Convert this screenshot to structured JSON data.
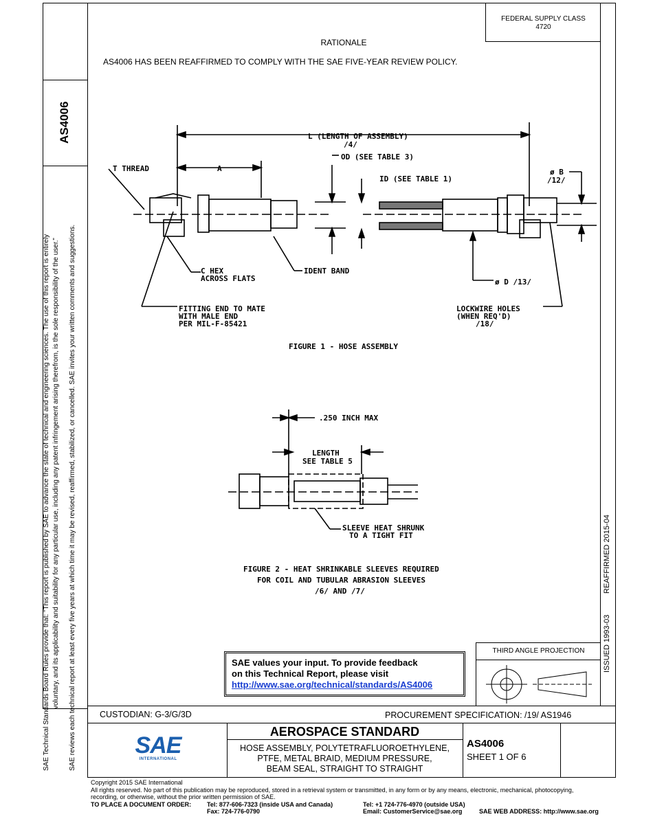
{
  "sidebar": {
    "doc_number": "AS4006",
    "legal_line_1": "SAE Technical Standards Board Rules provide that: “This report is published by SAE to advance the state of technical and engineering sciences. The use of this report is entirely",
    "legal_line_2": "voluntary, and its applicability and suitability for any particular use, including any patent infringement arising therefrom, is the sole responsibility of the user.”",
    "legal_line_3": "SAE reviews each technical report at least every five years at which time it may be revised, reaffirmed, stabilized, or cancelled. SAE invites your written comments and suggestions."
  },
  "right_strip": {
    "issued": "ISSUED 1993-03",
    "reaffirmed": "REAFFIRMED 2015-04"
  },
  "header": {
    "fsc_label": "FEDERAL SUPPLY CLASS",
    "fsc_value": "4720",
    "rationale_title": "RATIONALE",
    "rationale_text": "AS4006 HAS BEEN REAFFIRMED TO COMPLY WITH THE SAE FIVE-YEAR REVIEW POLICY."
  },
  "figure1": {
    "length_label": "L (LENGTH OF ASSEMBLY)",
    "length_note": "/4/",
    "od_label": "OD (SEE TABLE 3)",
    "t_thread": "T THREAD",
    "a_label": "A",
    "id_label": "ID (SEE TABLE 1)",
    "b_label": "ø B",
    "b_note": "/12/",
    "c_hex_1": "C HEX",
    "c_hex_2": "ACROSS FLATS",
    "ident_band": "IDENT BAND",
    "d_label": "ø D /13/",
    "fitting_1": "FITTING END TO MATE",
    "fitting_2": "WITH MALE END",
    "fitting_3": "PER MIL-F-85421",
    "lockwire_1": "LOCKWIRE HOLES",
    "lockwire_2": "(WHEN REQ'D)",
    "lockwire_3": "/18/",
    "caption": "FIGURE 1 - HOSE ASSEMBLY"
  },
  "figure2": {
    "max_label": ".250 INCH MAX",
    "length_1": "LENGTH",
    "length_2": "SEE TABLE 5",
    "sleeve_1": "SLEEVE HEAT SHRUNK",
    "sleeve_2": "TO A TIGHT FIT",
    "caption_1": "FIGURE 2 - HEAT SHRINKABLE SLEEVES REQUIRED",
    "caption_2": "FOR COIL AND TUBULAR ABRASION SLEEVES",
    "caption_3": "/6/ AND /7/"
  },
  "feedback": {
    "line_1": "SAE values your input. To provide feedback",
    "line_2": "on this Technical Report, please visit",
    "link": "http://www.sae.org/technical/standards/AS4006"
  },
  "projection": {
    "title": "THIRD ANGLE PROJECTION"
  },
  "custodian": "CUSTODIAN: G-3/G/3D",
  "procurement": "PROCUREMENT SPECIFICATION: /19/ AS1946",
  "title_block": {
    "logo_text": "SAE",
    "logo_sub": "INTERNATIONAL",
    "standard_type": "AEROSPACE STANDARD",
    "title_1": "HOSE ASSEMBLY, POLYTETRAFLUOROETHYLENE,",
    "title_2": "PTFE, METAL BRAID, MEDIUM PRESSURE,",
    "title_3": "BEAM SEAL, STRAIGHT TO STRAIGHT",
    "doc_number": "AS4006",
    "sheet": "SHEET 1 OF 6"
  },
  "footer": {
    "copyright": "Copyright 2015 SAE International",
    "rights": "All rights reserved. No part of this publication may be reproduced, stored in a retrieval system or transmitted, in any form or by any means, electronic, mechanical, photocopying,",
    "rights_2": "recording, or otherwise, without the prior written permission of SAE.",
    "order_label": "TO PLACE A DOCUMENT ORDER:",
    "tel_us": "Tel: 877-606-7323 (inside USA and Canada)",
    "fax": "Fax: 724-776-0790",
    "tel_intl": "Tel: +1 724-776-4970 (outside USA)",
    "email": "Email: CustomerService@sae.org",
    "web": "SAE WEB ADDRESS: http://www.sae.org"
  },
  "colors": {
    "logo_blue": "#1b5fae",
    "link_blue": "#1a3fd1"
  }
}
